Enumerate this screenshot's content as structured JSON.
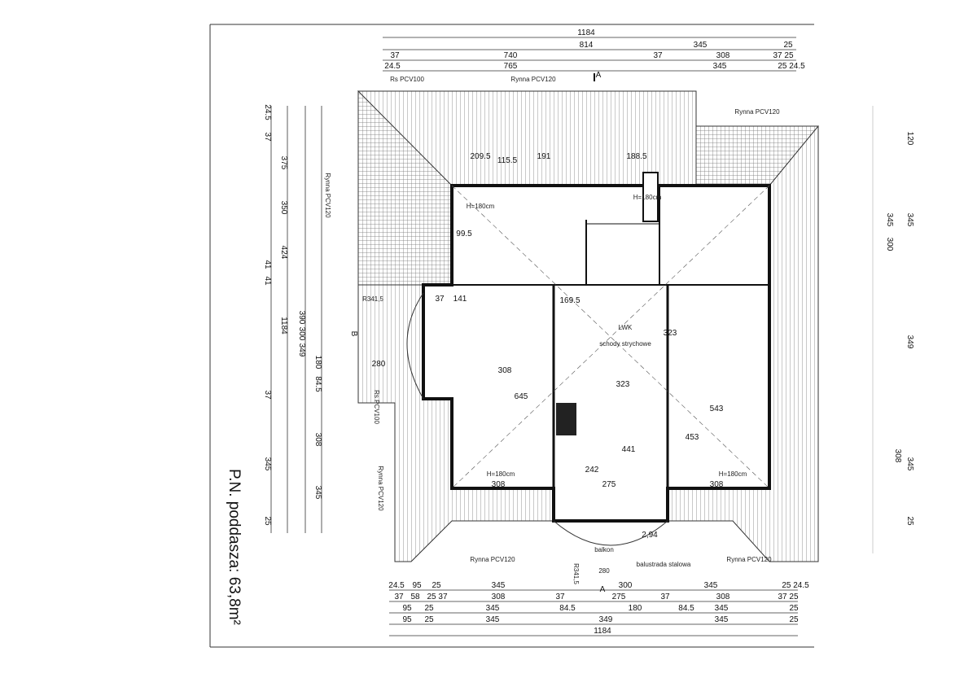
{
  "title": "P.N. poddasza: 63,8m²",
  "top_dims": [
    [
      "1184"
    ],
    [
      "814",
      "345",
      "25"
    ],
    [
      "37",
      "740",
      "37",
      "308",
      "37 25"
    ],
    [
      "24.5",
      "765",
      "345",
      "25 24.5"
    ]
  ],
  "bottom_dims": [
    [
      "24.5",
      "95",
      "25",
      "345",
      "300",
      "345",
      "25 24.5"
    ],
    [
      "37",
      "58",
      "25 37",
      "308",
      "37",
      "275",
      "37",
      "308",
      "37 25"
    ],
    [
      "95",
      "25",
      "345",
      "84.5",
      "180",
      "84.5",
      "345",
      "25"
    ],
    [
      "95",
      "25",
      "345",
      "349",
      "345",
      "25"
    ],
    [
      "1184"
    ]
  ],
  "left_dims": [
    [
      "24.5",
      "37",
      "41",
      "41",
      "37",
      "345",
      "25"
    ],
    [
      "375",
      "350",
      "424",
      "1184"
    ],
    [
      "390",
      "300",
      "349"
    ],
    [
      "180",
      "84.5",
      "308",
      "345"
    ]
  ],
  "right_dims": [
    "120",
    "345",
    "300",
    "345",
    "349",
    "345",
    "308",
    "25"
  ],
  "labels": {
    "gutter_left_top": "Rs PCV100",
    "gutter_top": "Rynna PCV120",
    "gutter_top_right": "Rynna PCV120",
    "gutter_left": "Rynna PCV120",
    "gutter_left_rs": "Rs PCV100",
    "gutter_left_low": "Rynna PCV120",
    "gutter_bottom_left": "Rynna PCV120",
    "gutter_bottom_right": "Rynna PCV120",
    "section_a_top": "A",
    "section_a_bottom": "A",
    "section_b": "B",
    "radius_left": "R341,5",
    "radius_bottom": "R341,5",
    "bottom_span": "280",
    "height_1": "H=180cm",
    "height_2": "H=180cm",
    "height_3": "H=180cm",
    "height_4": "H=180cm",
    "stairs": "schody strychowe",
    "lwk": "LWK",
    "balcony": "balkon",
    "railing": "balustrada stalowa",
    "room_dims": [
      "308",
      "645",
      "323",
      "441",
      "543",
      "453",
      "242",
      "275",
      "308",
      "308",
      "169.5",
      "323",
      "209.5",
      "191",
      "188.5",
      "115.5",
      "99.5",
      "37",
      "141",
      "280",
      "2,94"
    ]
  }
}
